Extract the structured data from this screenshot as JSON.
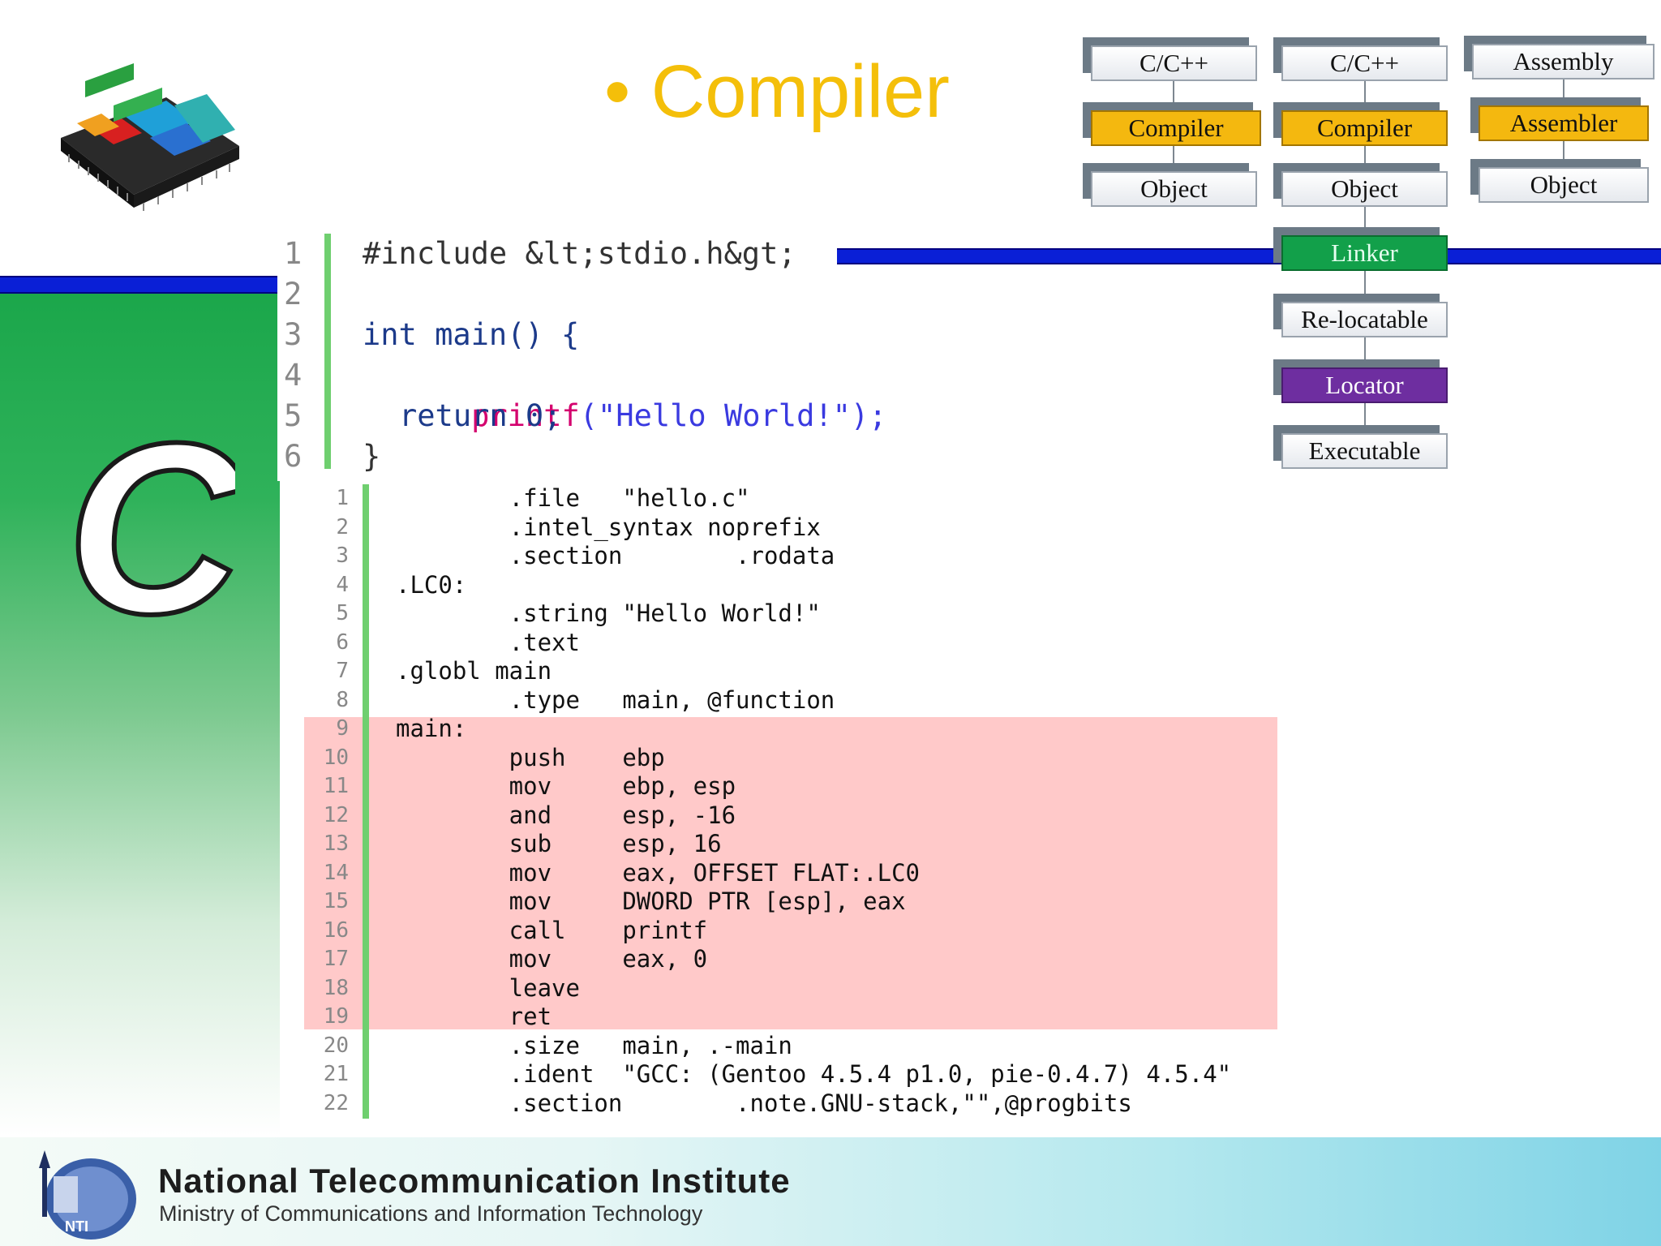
{
  "slide": {
    "title": "• Compiler",
    "big_letter": "C"
  },
  "flow": {
    "col1": [
      "C/C++",
      "Compiler",
      "Object"
    ],
    "col2": [
      "C/C++",
      "Compiler",
      "Object",
      "Linker",
      "Re-locatable",
      "Locator",
      "Executable"
    ],
    "col3": [
      "Assembly",
      "Assembler",
      "Object"
    ]
  },
  "c_code": {
    "lines": [
      {
        "num": "1",
        "text": "#include &lt;stdio.h&gt;"
      },
      {
        "num": "2",
        "text": ""
      },
      {
        "num": "3",
        "text": "int main() {"
      },
      {
        "num": "4",
        "fn": "printf",
        "str": "(\"Hello World!\");"
      },
      {
        "num": "5",
        "text": "return 0;"
      },
      {
        "num": "6",
        "text": "}"
      }
    ]
  },
  "asm_code": {
    "lines": [
      {
        "num": "1",
        "text": "        .file   \"hello.c\""
      },
      {
        "num": "2",
        "text": "        .intel_syntax noprefix"
      },
      {
        "num": "3",
        "text": "        .section        .rodata"
      },
      {
        "num": "4",
        "text": ".LC0:"
      },
      {
        "num": "5",
        "text": "        .string \"Hello World!\""
      },
      {
        "num": "6",
        "text": "        .text"
      },
      {
        "num": "7",
        "text": ".globl main"
      },
      {
        "num": "8",
        "text": "        .type   main, @function"
      },
      {
        "num": "9",
        "text": "main:"
      },
      {
        "num": "10",
        "text": "        push    ebp"
      },
      {
        "num": "11",
        "text": "        mov     ebp, esp"
      },
      {
        "num": "12",
        "text": "        and     esp, -16"
      },
      {
        "num": "13",
        "text": "        sub     esp, 16"
      },
      {
        "num": "14",
        "text": "        mov     eax, OFFSET FLAT:.LC0"
      },
      {
        "num": "15",
        "text": "        mov     DWORD PTR [esp], eax"
      },
      {
        "num": "16",
        "text": "        call    printf"
      },
      {
        "num": "17",
        "text": "        mov     eax, 0"
      },
      {
        "num": "18",
        "text": "        leave"
      },
      {
        "num": "19",
        "text": "        ret"
      },
      {
        "num": "20",
        "text": "        .size   main, .-main"
      },
      {
        "num": "21",
        "text": "        .ident  \"GCC: (Gentoo 4.5.4 p1.0, pie-0.4.7) 4.5.4\""
      },
      {
        "num": "22",
        "text": "        .section        .note.GNU-stack,\"\",@progbits"
      }
    ]
  },
  "footer": {
    "institute": "National Telecommunication Institute",
    "ministry": "Ministry of Communications and Information Technology",
    "logo_text": "NTI"
  },
  "colors": {
    "title": "#f4bf0a",
    "compiler_box": "#f4b80f",
    "linker_box": "#12a04a",
    "locator_box": "#6e2ea0",
    "highlight": "#ffc9c9"
  }
}
